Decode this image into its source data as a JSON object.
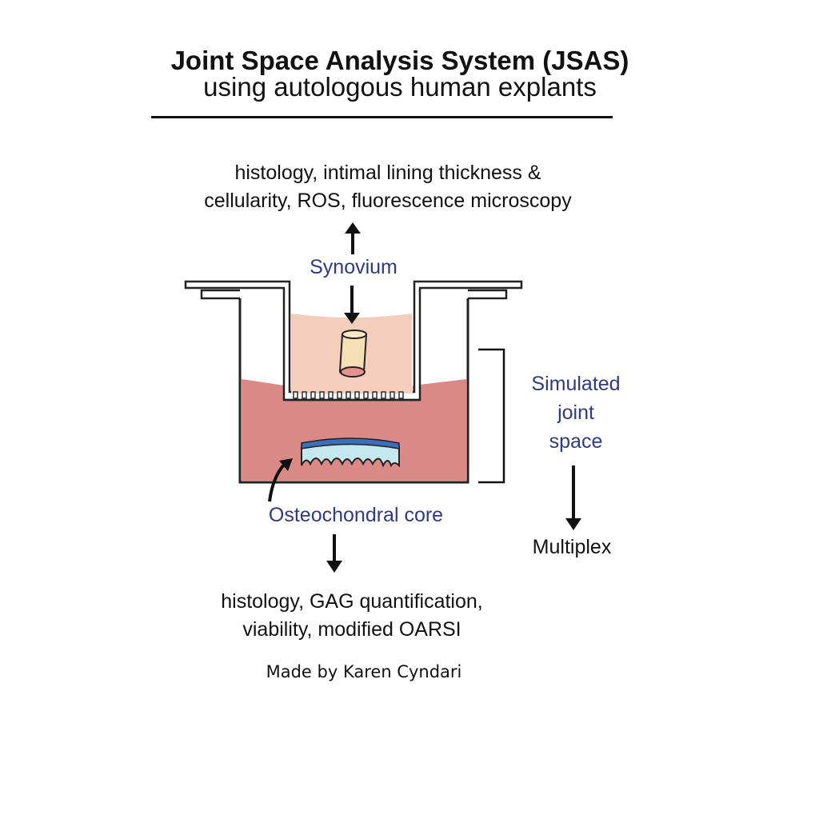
{
  "title": {
    "line1": "Joint Space Analysis System (JSAS)",
    "line2": "using autologous human explants"
  },
  "synovium_outputs": {
    "line1": "histology, intimal lining thickness &",
    "line2": "cellularity, ROS, fluorescence microscopy"
  },
  "labels": {
    "synovium": "Synovium",
    "simulated_joint_space": [
      "Simulated",
      "joint",
      "space"
    ],
    "osteochondral_core": "Osteochondral core",
    "multiplex": "Multiplex"
  },
  "core_outputs": {
    "line1": "histology, GAG quantification,",
    "line2": "viability, modified OARSI"
  },
  "credit": "Made by Karen Cyndari",
  "colors": {
    "label_blue": "#2e3a82",
    "upper_medium": "#f4cdbd",
    "lower_medium": "#d98a86",
    "cartilage_blue": "#3d6fb8"
  }
}
